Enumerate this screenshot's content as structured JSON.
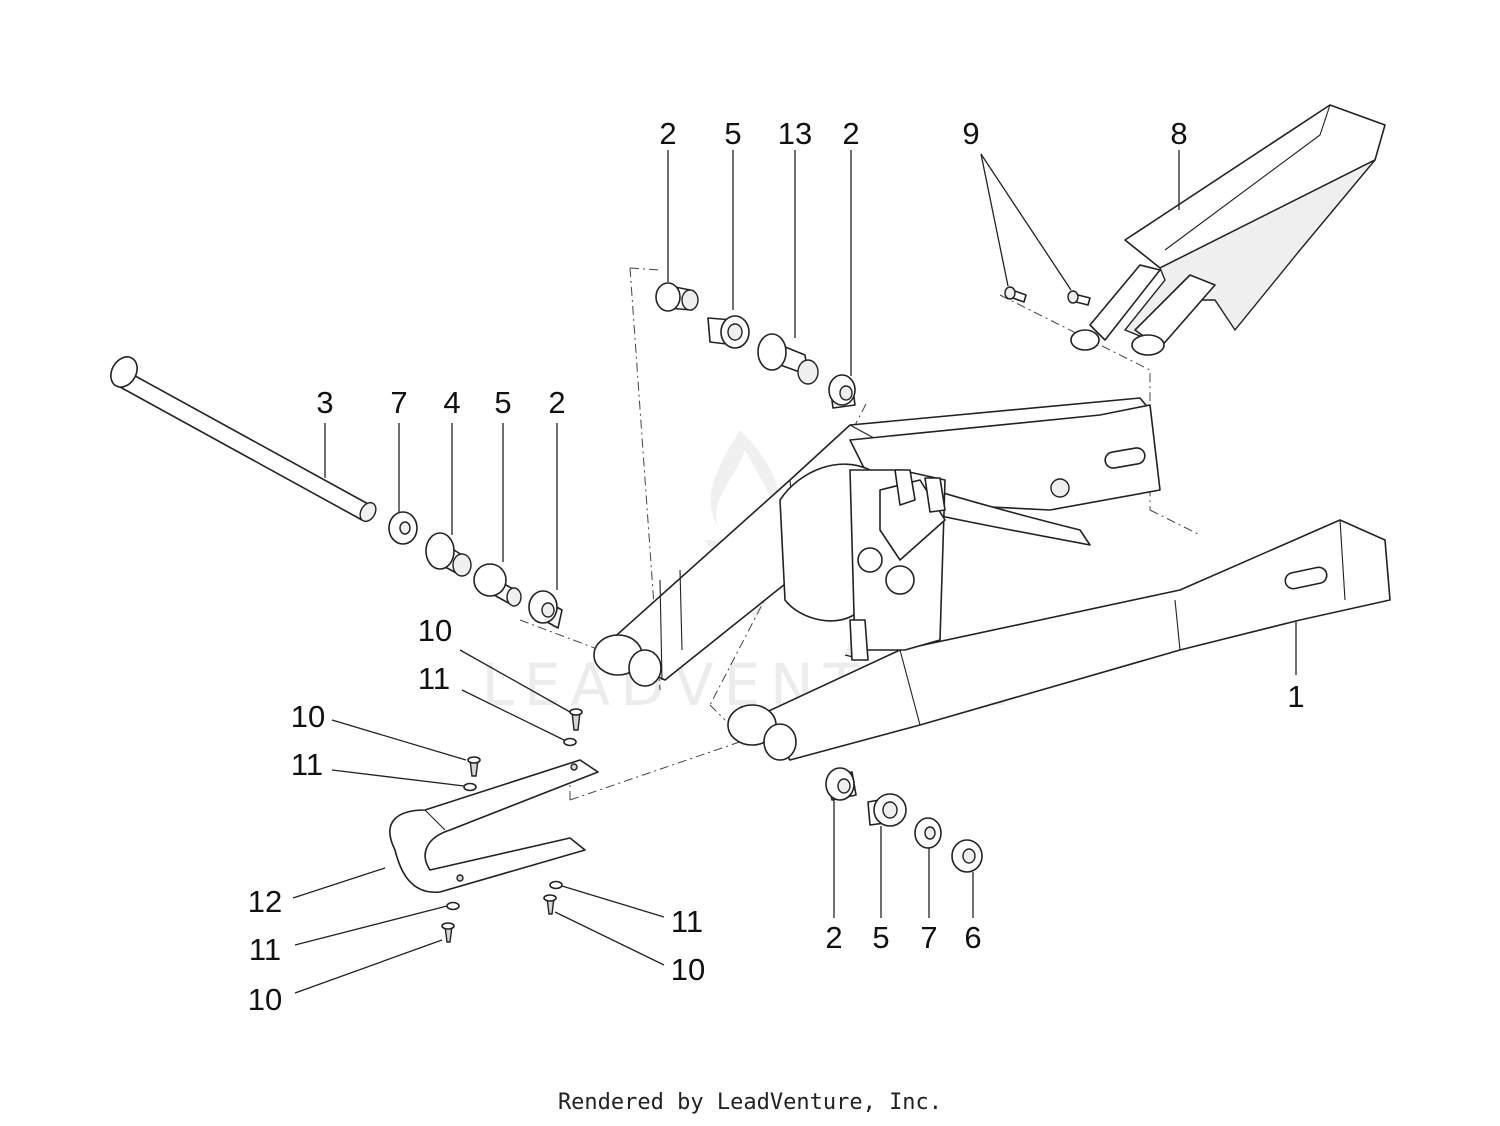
{
  "watermark": {
    "text": "LEADVENTURE"
  },
  "footer": {
    "text": "Rendered by LeadVenture, Inc."
  },
  "callouts": [
    {
      "id": "c1",
      "label": "1"
    },
    {
      "id": "c2a",
      "label": "2"
    },
    {
      "id": "c5a",
      "label": "5"
    },
    {
      "id": "c13",
      "label": "13"
    },
    {
      "id": "c2b",
      "label": "2"
    },
    {
      "id": "c9",
      "label": "9"
    },
    {
      "id": "c8",
      "label": "8"
    },
    {
      "id": "c3",
      "label": "3"
    },
    {
      "id": "c7a",
      "label": "7"
    },
    {
      "id": "c4",
      "label": "4"
    },
    {
      "id": "c5b",
      "label": "5"
    },
    {
      "id": "c2c",
      "label": "2"
    },
    {
      "id": "c10a",
      "label": "10"
    },
    {
      "id": "c11a",
      "label": "11"
    },
    {
      "id": "c10b",
      "label": "10"
    },
    {
      "id": "c11b",
      "label": "11"
    },
    {
      "id": "c12",
      "label": "12"
    },
    {
      "id": "c11c",
      "label": "11"
    },
    {
      "id": "c10c",
      "label": "10"
    },
    {
      "id": "c11d",
      "label": "11"
    },
    {
      "id": "c10d",
      "label": "10"
    },
    {
      "id": "c2d",
      "label": "2"
    },
    {
      "id": "c5c",
      "label": "5"
    },
    {
      "id": "c7b",
      "label": "7"
    },
    {
      "id": "c6",
      "label": "6"
    }
  ]
}
